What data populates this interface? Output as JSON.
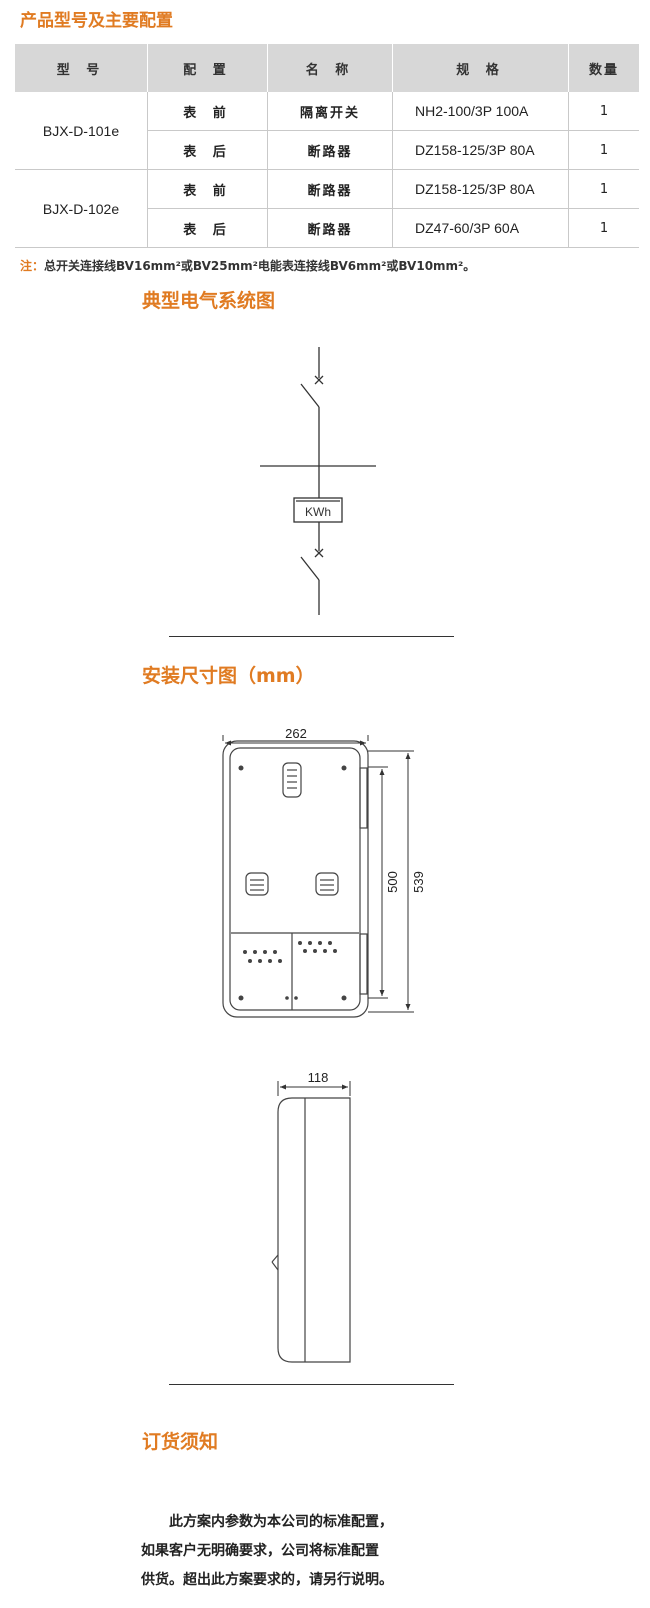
{
  "product_section": {
    "title": "产品型号及主要配置"
  },
  "table": {
    "headers": [
      "型 号",
      "配 置",
      "名 称",
      "规 格",
      "数量"
    ],
    "groups": [
      {
        "model": "BJX-D-101e",
        "rows": [
          {
            "config": "表 前",
            "name": "隔离开关",
            "spec": "NH2-100/3P 100A",
            "qty": "1"
          },
          {
            "config": "表 后",
            "name": "断路器",
            "spec": "DZ158-125/3P 80A",
            "qty": "1"
          }
        ]
      },
      {
        "model": "BJX-D-102e",
        "rows": [
          {
            "config": "表 前",
            "name": "断路器",
            "spec": "DZ158-125/3P 80A",
            "qty": "1"
          },
          {
            "config": "表 后",
            "name": "断路器",
            "spec": "DZ47-60/3P 60A",
            "qty": "1"
          }
        ]
      }
    ]
  },
  "note": {
    "label": "注：",
    "text": "总开关连接线BV16mm²或BV25mm²电能表连接线BV6mm²或BV10mm²。"
  },
  "diagram_section": {
    "title": "典型电气系统图",
    "meter_label": "KWh"
  },
  "install_section": {
    "title": "安装尺寸图（mm）",
    "dims": {
      "width": "262",
      "height_inner": "500",
      "height_outer": "539",
      "depth": "118"
    }
  },
  "order_section": {
    "title": "订货须知",
    "lines": [
      "此方案内参数为本公司的标准配置，",
      "如果客户无明确要求，公司将标准配置",
      "供货。超出此方案要求的，请另行说明。"
    ]
  }
}
